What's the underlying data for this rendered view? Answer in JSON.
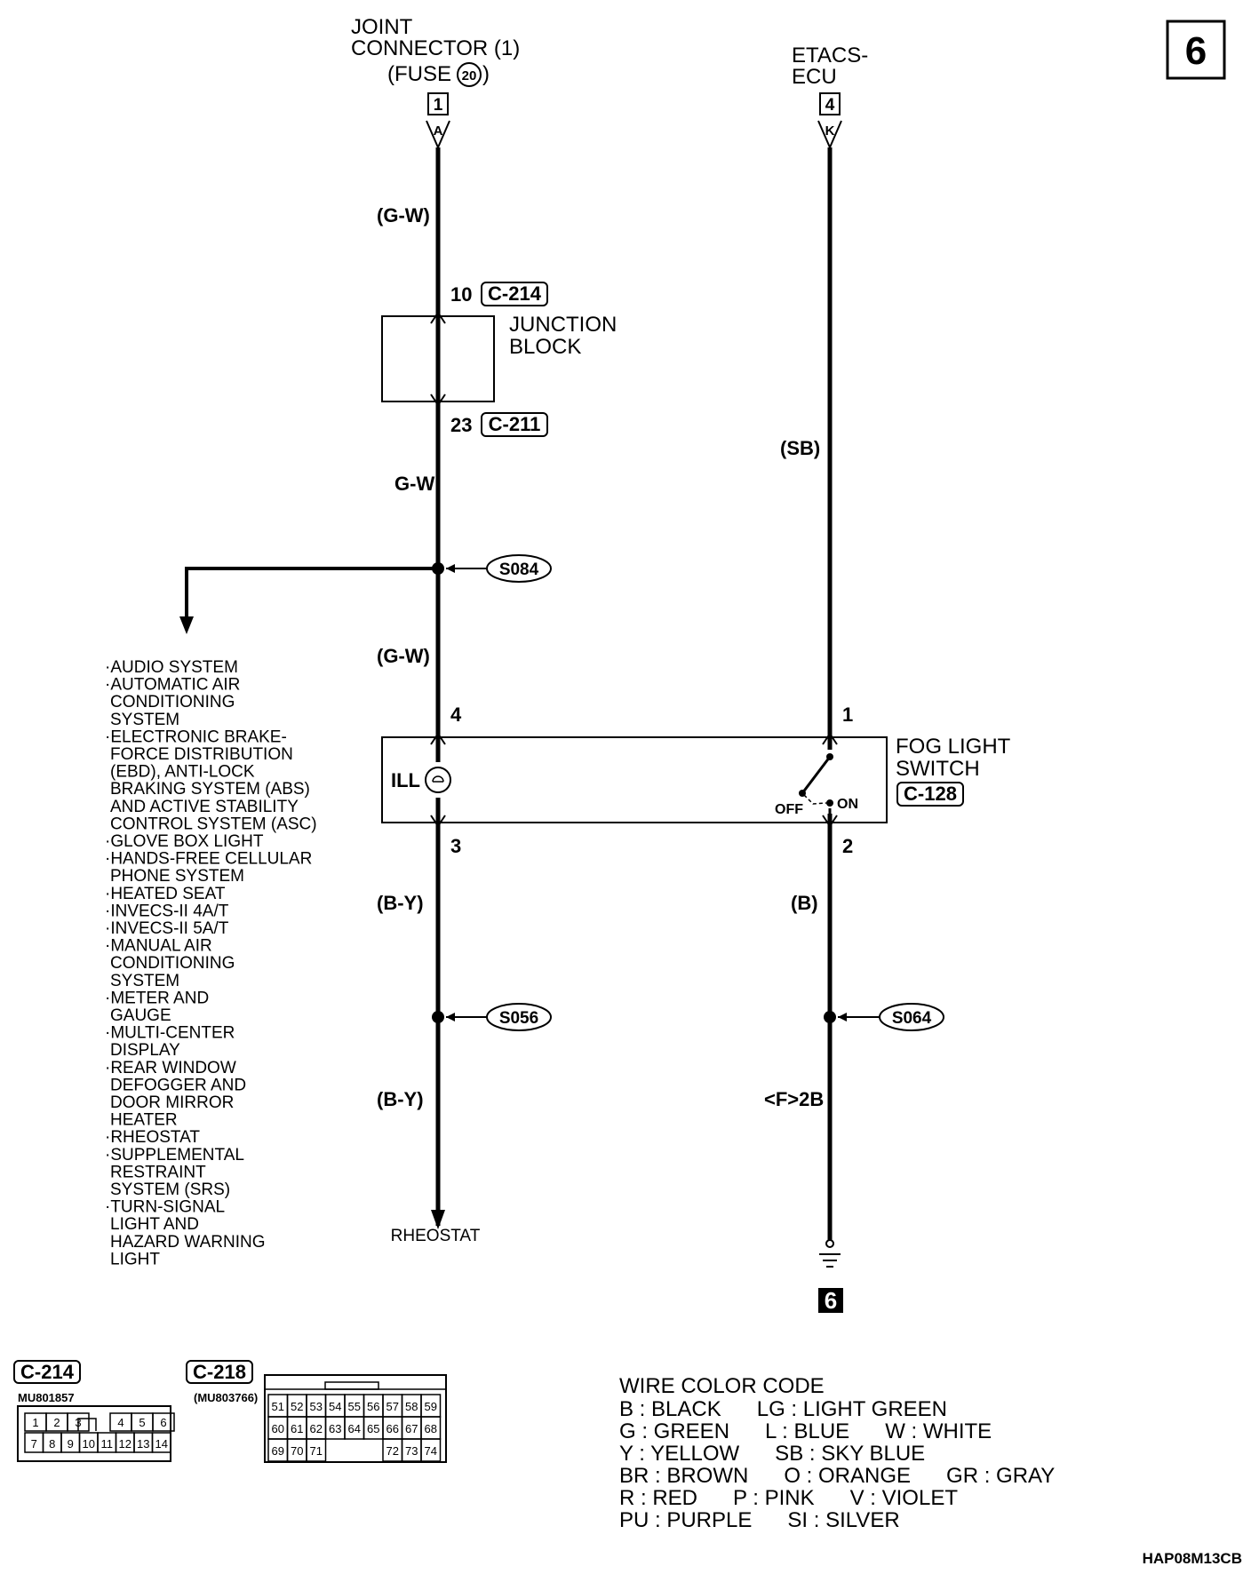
{
  "page_number": "6",
  "joint_connector": {
    "line1": "JOINT",
    "line2": "CONNECTOR (1)",
    "line3a": "(FUSE ",
    "fuse": "20",
    "line3b": ")",
    "pin": "1",
    "conn": "A"
  },
  "etacs": {
    "line1": "ETACS-",
    "line2": "ECU",
    "pin": "4",
    "conn": "K"
  },
  "wires": {
    "gw_top": "(G-W)",
    "gw_mid": "G-W",
    "gw_low": "(G-W)",
    "sb": "(SB)",
    "by_1": "(B-Y)",
    "by_2": "(B-Y)",
    "b": "(B)",
    "f2b": "<F>2B"
  },
  "junction_block": {
    "line1": "JUNCTION",
    "line2": "BLOCK",
    "pin_top": "10",
    "conn_top": "C-214",
    "pin_bottom": "23",
    "conn_bottom": "C-211"
  },
  "splices": {
    "s084": "S084",
    "s056": "S056",
    "s064": "S064"
  },
  "fog_switch": {
    "line1": "FOG LIGHT",
    "line2": "SWITCH",
    "conn": "C-128",
    "ill": "ILL",
    "off": "OFF",
    "on": "ON",
    "pin4": "4",
    "pin3": "3",
    "pin1": "1",
    "pin2": "2"
  },
  "rheostat": "RHEOSTAT",
  "ground": "6",
  "systems": [
    "·AUDIO SYSTEM",
    "·AUTOMATIC AIR",
    "CONDITIONING",
    "SYSTEM",
    "·ELECTRONIC BRAKE-",
    "FORCE DISTRIBUTION",
    "(EBD), ANTI-LOCK",
    "BRAKING SYSTEM (ABS)",
    "AND ACTIVE STABILITY",
    "CONTROL SYSTEM (ASC)",
    "·GLOVE BOX LIGHT",
    "·HANDS-FREE CELLULAR",
    "PHONE SYSTEM",
    "·HEATED SEAT",
    "·INVECS-II 4A/T",
    "·INVECS-II 5A/T",
    "·MANUAL AIR",
    "CONDITIONING",
    "SYSTEM",
    "·METER AND",
    "GAUGE",
    "·MULTI-CENTER",
    "DISPLAY",
    "·REAR WINDOW",
    "DEFOGGER AND",
    "DOOR MIRROR",
    "HEATER",
    "·RHEOSTAT",
    "·SUPPLEMENTAL",
    "RESTRAINT",
    "SYSTEM (SRS)",
    "·TURN-SIGNAL",
    "LIGHT AND",
    "HAZARD WARNING",
    "LIGHT"
  ],
  "connectors": {
    "c214": {
      "name": "C-214",
      "part": "MU801857",
      "row1": [
        "1",
        "2",
        "3",
        "",
        "4",
        "5",
        "6"
      ],
      "row2": [
        "7",
        "8",
        "9",
        "10",
        "11",
        "12",
        "13",
        "14"
      ]
    },
    "c218": {
      "name": "C-218",
      "part": "(MU803766)",
      "row1": [
        "51",
        "52",
        "53",
        "54",
        "55",
        "56",
        "57",
        "58",
        "59"
      ],
      "row2": [
        "60",
        "61",
        "62",
        "63",
        "64",
        "65",
        "66",
        "67",
        "68"
      ],
      "row3": [
        "69",
        "70",
        "71",
        "",
        "",
        "",
        "72",
        "73",
        "74"
      ]
    }
  },
  "wire_color_code": {
    "title": "WIRE COLOR CODE",
    "lines": [
      "B : BLACK      LG : LIGHT GREEN",
      "G : GREEN      L : BLUE      W : WHITE",
      "Y : YELLOW      SB : SKY BLUE",
      "BR : BROWN      O : ORANGE      GR : GRAY",
      "R : RED      P : PINK      V : VIOLET",
      "PU : PURPLE      SI : SILVER"
    ]
  },
  "doc_code": "HAP08M13CB"
}
